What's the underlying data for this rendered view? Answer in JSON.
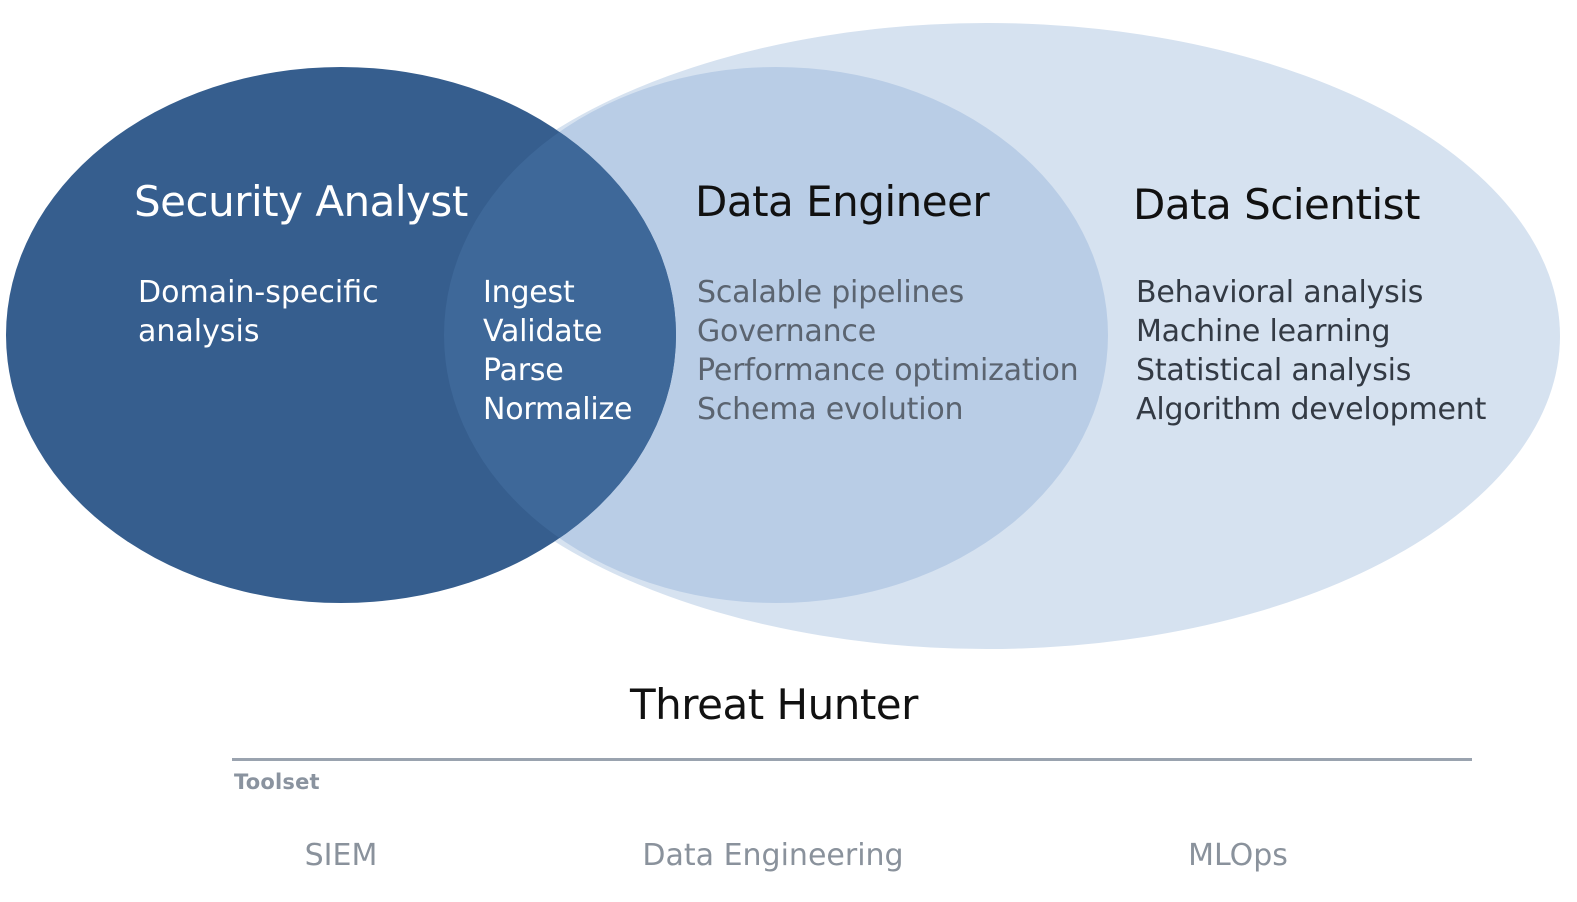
{
  "colors": {
    "security_analyst_fill": "#365e8e",
    "overlap_fill": "#3e6899",
    "data_engineer_fill": "#b9cde6",
    "threat_hunter_fill": "#d6e2f0"
  },
  "circles": {
    "security_analyst": {
      "title": "Security Analyst",
      "description": [
        "Domain-specific",
        "analysis"
      ]
    },
    "overlap": {
      "items": [
        "Ingest",
        "Validate",
        "Parse",
        "Normalize"
      ]
    },
    "data_engineer": {
      "title": "Data Engineer",
      "items": [
        "Scalable pipelines",
        "Governance",
        "Performance optimization",
        "Schema evolution"
      ]
    },
    "data_scientist": {
      "title": "Data Scientist",
      "items": [
        "Behavioral analysis",
        "Machine learning",
        "Statistical analysis",
        "Algorithm development"
      ]
    }
  },
  "threat_hunter": {
    "title": "Threat Hunter"
  },
  "toolset": {
    "label": "Toolset",
    "tools": [
      "SIEM",
      "Data Engineering",
      "MLOps"
    ]
  }
}
